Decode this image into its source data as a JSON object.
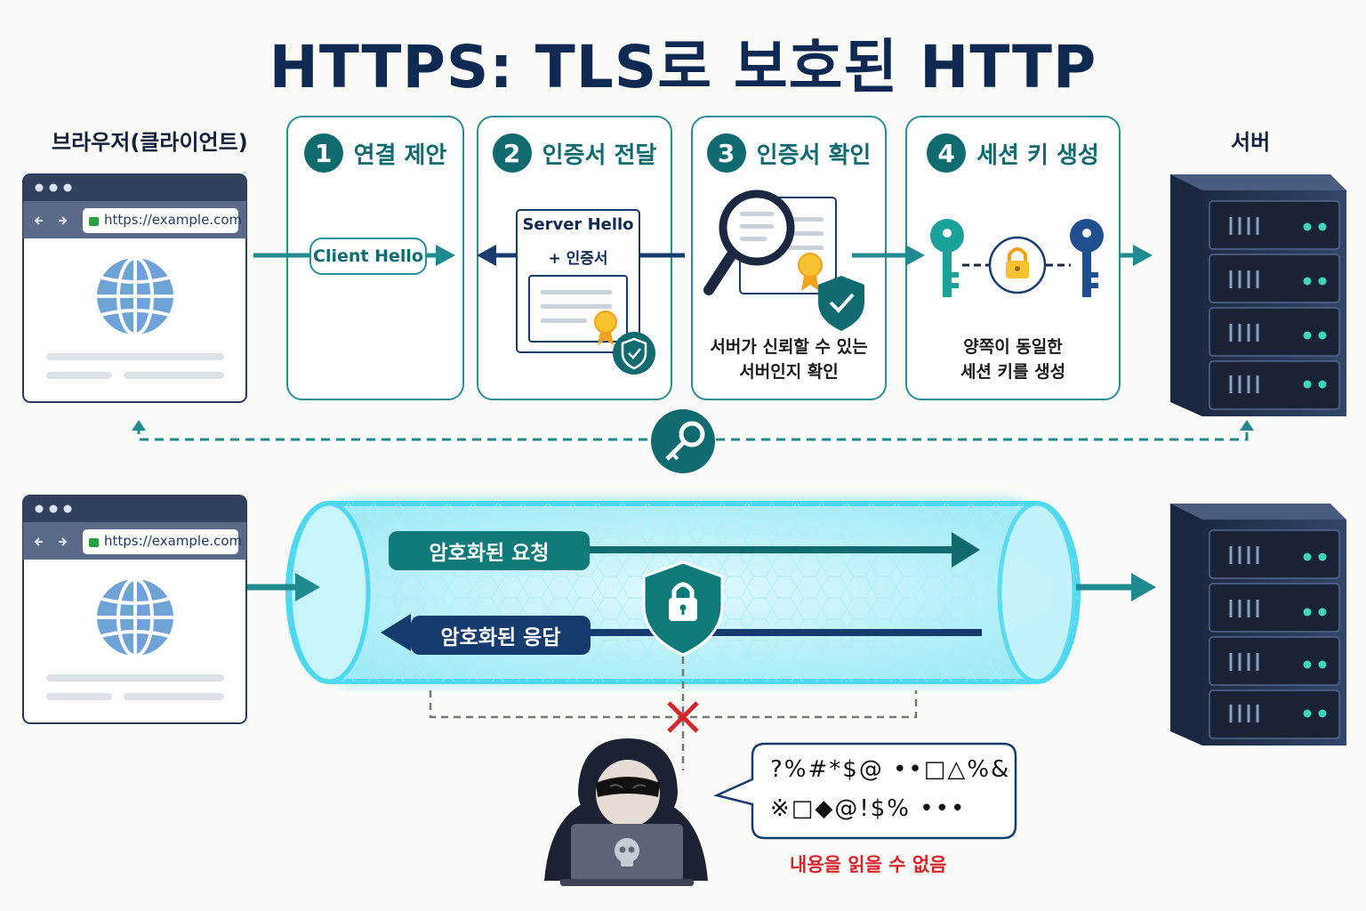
{
  "title": "HTTPS: TLS로 보호된 HTTP",
  "client_label": "브라우저(클라이언트)",
  "server_label": "서버",
  "browser_url": "https://example.com",
  "steps": [
    {
      "number": "1",
      "title": "연결 제안",
      "badge": "Client Hello"
    },
    {
      "number": "2",
      "title": "인증서 전달",
      "line1": "Server Hello",
      "line2": "+ 인증서"
    },
    {
      "number": "3",
      "title": "인증서 확인",
      "desc1": "서버가 신뢰할 수 있는",
      "desc2": "서버인지 확인"
    },
    {
      "number": "4",
      "title": "세션 키 생성",
      "desc1": "양쪽이 동일한",
      "desc2": "세션 키를 생성"
    }
  ],
  "tunnel": {
    "request_label": "암호화된 요청",
    "response_label": "암호화된 응답"
  },
  "attacker": {
    "garbled_line1": "?%#*$@ ••□△%&",
    "garbled_line2": "※□◆@!$% •••",
    "caption": "내용을 읽을 수 없음"
  },
  "colors": {
    "teal": "#0f6b6f",
    "teal_light": "#2a8f94",
    "navy": "#0f2a52",
    "server": "#2b3a57",
    "tunnel": "#7fe6f5",
    "danger": "#d8242a",
    "globe": "#6fa3d8"
  }
}
